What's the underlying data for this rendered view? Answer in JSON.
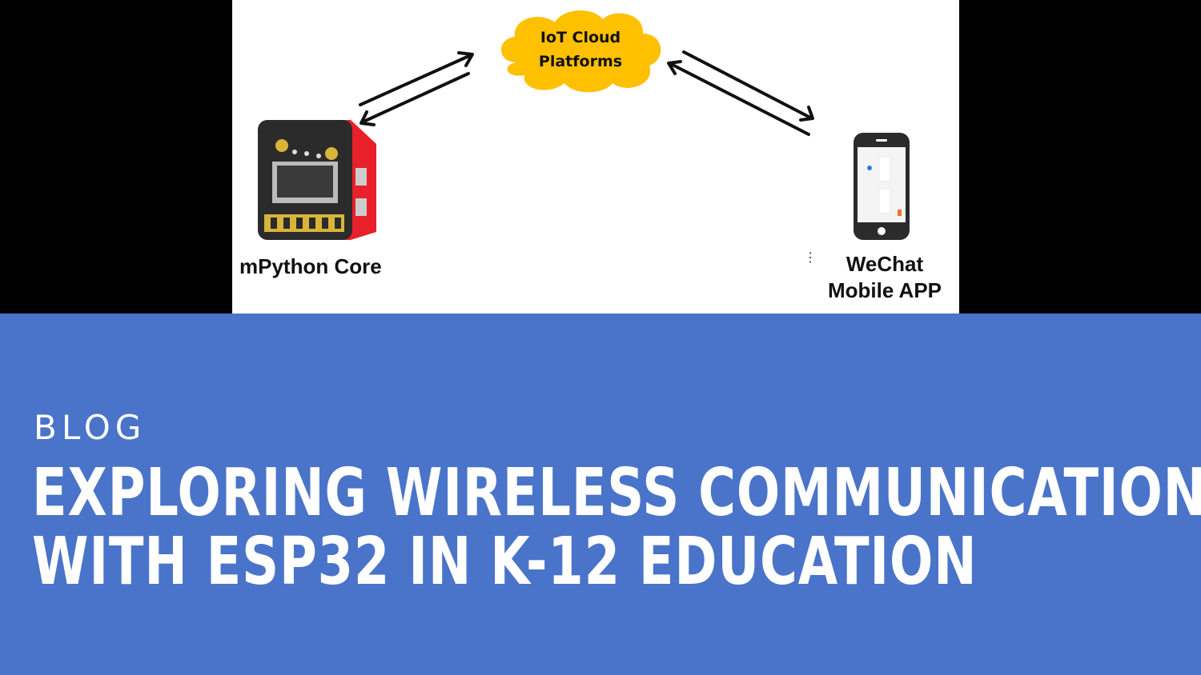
{
  "diagram": {
    "cloud_label_line1": "IoT Cloud",
    "cloud_label_line2": "Platforms",
    "device_label": "mPython Core",
    "phone_label_line1": "WeChat",
    "phone_label_line2": "Mobile APP",
    "colors": {
      "cloud": "#ffc000",
      "device_red": "#e8202a",
      "device_black": "#2b2b2b"
    }
  },
  "banner": {
    "category": "BLOG",
    "title_line1": "EXPLORING WIRELESS COMMUNICATION",
    "title_line2": "WITH ESP32 IN K-12 EDUCATION",
    "background": "#4a74c9"
  }
}
